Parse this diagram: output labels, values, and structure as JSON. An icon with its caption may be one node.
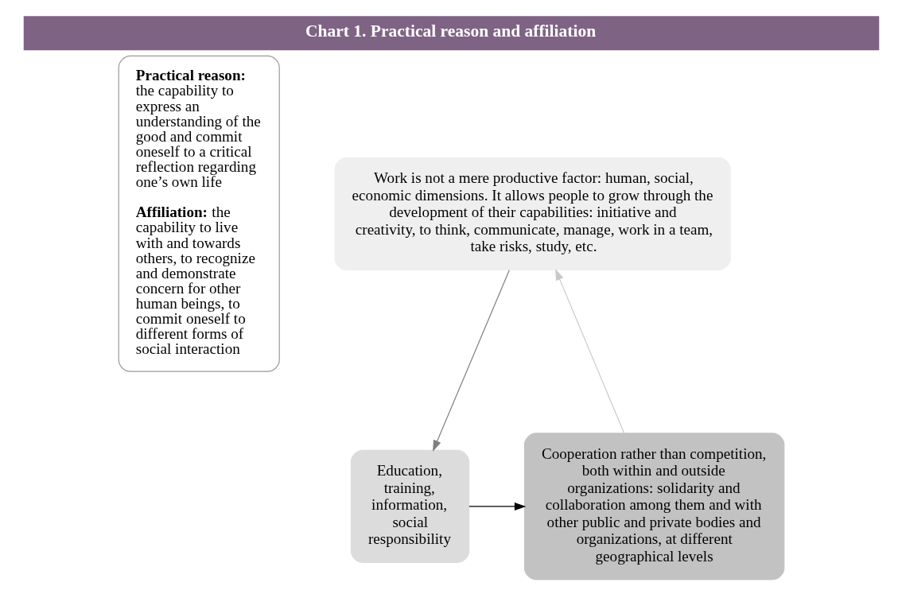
{
  "diagram": {
    "title": "Chart 1. Practical reason and affiliation",
    "nodes": [
      {
        "text": [
          "**Practical reason:** the capability to express an understanding of the good and commit oneself to a critical reflection regarding one’s own life",
          "**Affiliation:** the capability to live with and towards others, to recognize and demonstrate concern for other human beings, to commit oneself to different forms of social interaction"
        ]
      },
      {
        "text": [
          "Work is not a mere productive factor: human, social, economic dimensions. It allows people to grow through the development of their capabilities: initiative and creativity, to think, communicate, manage, work in a team, take risks, study, etc."
        ]
      },
      {
        "text": [
          "Education, training, information, social responsibility"
        ]
      },
      {
        "text": [
          "Cooperation rather than competition, both within and outside organizations: solidarity and collaboration among them and with other public and private bodies and organizations, at different geographical levels"
        ]
      }
    ],
    "edges": [
      {
        "from": 1,
        "to": 2,
        "arrow": "to",
        "color": "#7f7f7f"
      },
      {
        "from": 2,
        "to": 3,
        "arrow": "to",
        "color": "#000000"
      },
      {
        "from": 3,
        "to": 1,
        "arrow": "to",
        "color": "#c8c8c8"
      }
    ]
  }
}
